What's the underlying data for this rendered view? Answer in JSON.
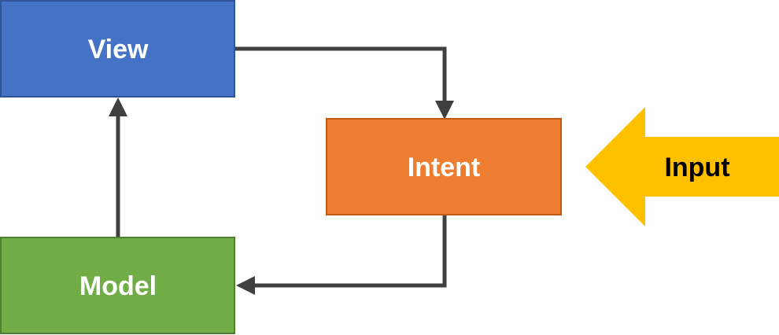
{
  "nodes": {
    "view": {
      "label": "View",
      "fill": "#4472C4",
      "stroke": "#2F5597",
      "text_color": "#FFFFFF"
    },
    "intent": {
      "label": "Intent",
      "fill": "#ED7D31",
      "stroke": "#C55A11",
      "text_color": "#FFFFFF"
    },
    "model": {
      "label": "Model",
      "fill": "#70AD47",
      "stroke": "#507E32",
      "text_color": "#FFFFFF"
    }
  },
  "input": {
    "label": "Input",
    "fill": "#FFC000",
    "text_color": "#000000"
  },
  "connector_color": "#404040"
}
